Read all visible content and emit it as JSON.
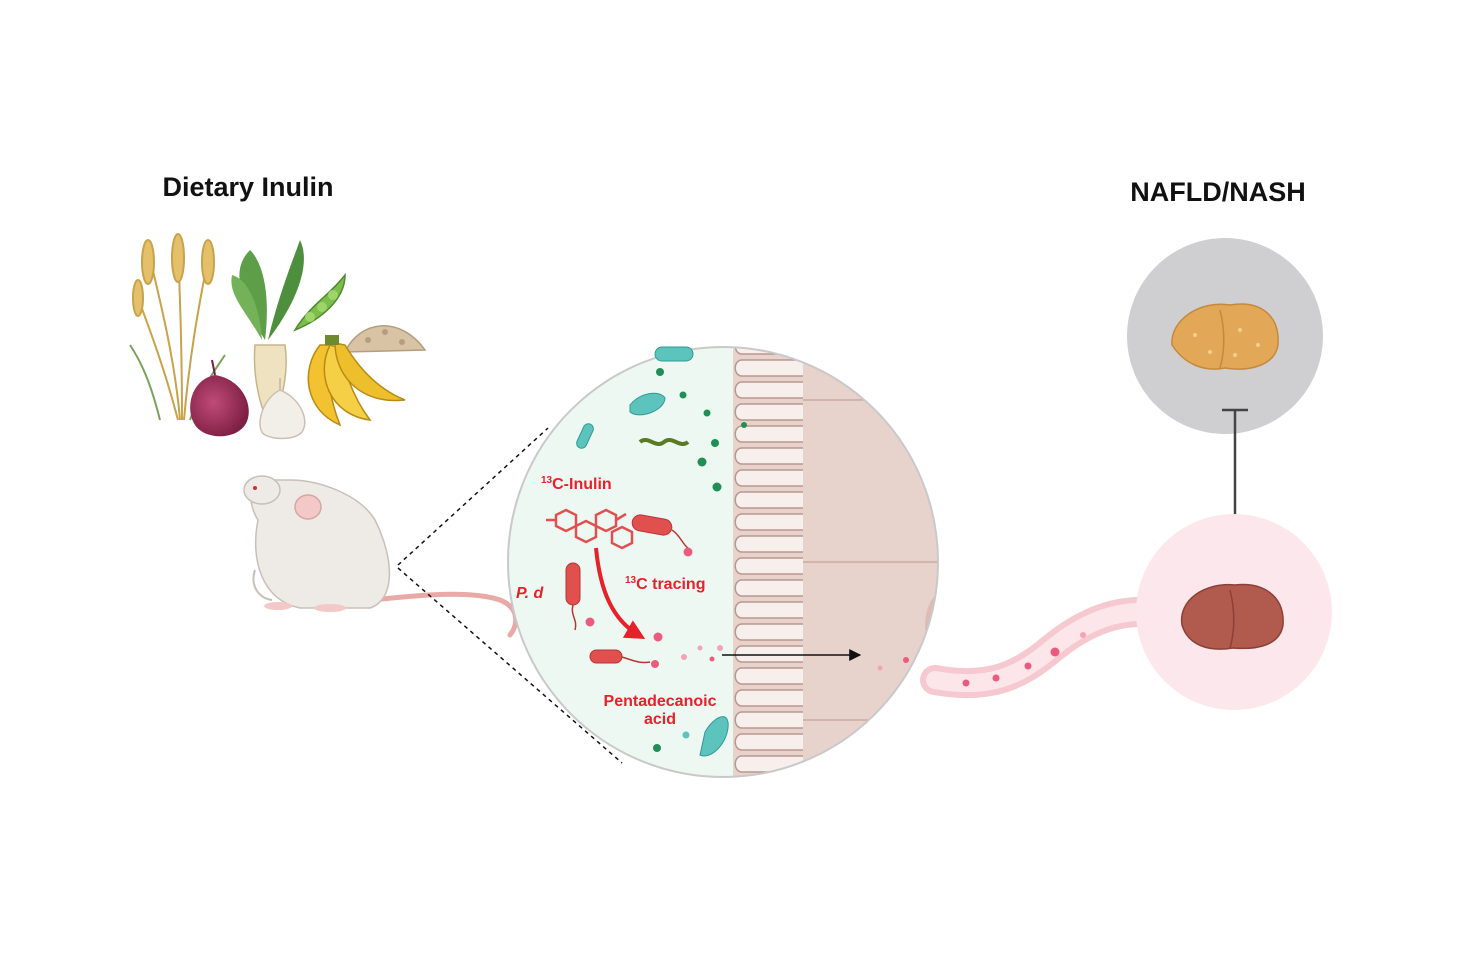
{
  "titles": {
    "left": "Dietary Inulin",
    "right": "NAFLD/NASH"
  },
  "labels": {
    "inulin_sup": "13",
    "inulin_rest": "C-Inulin",
    "tracing_sup": "13",
    "tracing_rest": "C tracing",
    "bacterium": "P. d",
    "product_line1": "Pentadecanoic",
    "product_line2": "acid"
  },
  "colors": {
    "label_red": "#e8202a",
    "lumen_bg": "#eef8f3",
    "tissue": "#e8d3cc",
    "villus_fill": "#f6efec",
    "villus_stroke": "#b8988e",
    "vessel": "#f5c9cf",
    "healthy_liver": "#b15a4e",
    "fatty_liver": "#e2a857",
    "grey_circle": "#cfcfd1",
    "pink_circle": "#fce8ec",
    "bacteria_teal": "#5dc4bd",
    "bacteria_red": "#e0504f",
    "dot_green": "#1f8f55",
    "dot_pink": "#ec5b7d"
  },
  "icons": {
    "foods": [
      "wheat-icon",
      "beet-icon",
      "pea-pod-icon",
      "oat-flakes-icon",
      "onion-icon",
      "root-vegetable-icon",
      "garlic-icon",
      "banana-icon"
    ],
    "animal": "mouse-icon",
    "organ_healthy": "liver-icon",
    "organ_diseased": "fatty-liver-icon",
    "molecule": "inulin-molecule-icon"
  },
  "relations": {
    "fatty_liver_link": "inhibition",
    "gut_to_blood": "arrow"
  }
}
